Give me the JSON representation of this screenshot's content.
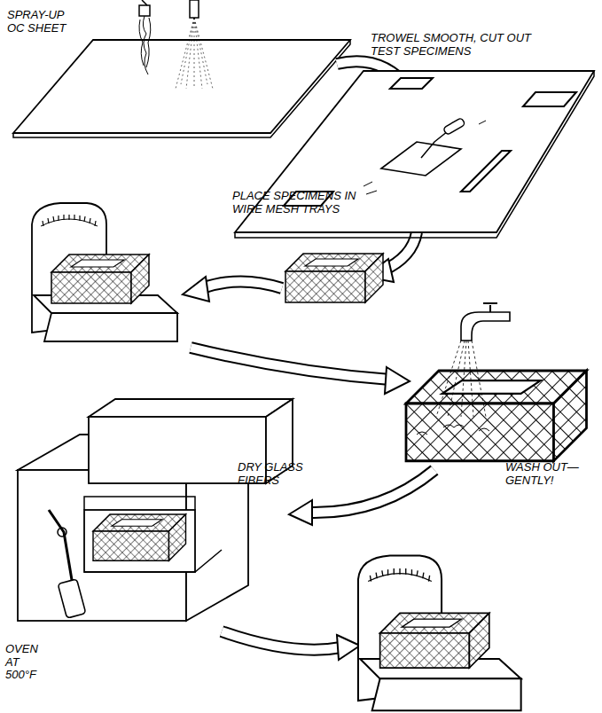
{
  "diagram": {
    "labels": [
      "SPRAY-UP OC SHEET",
      "TROWEL SMOOTH, CUT OUT TEST SPECIMENS",
      "PLACE SPECIMENS IN WIRE MESH TRAYS",
      "WASH OUT— GENTLY!",
      "DRY GLASS FIBERS",
      "OVEN AT 500°F"
    ]
  }
}
